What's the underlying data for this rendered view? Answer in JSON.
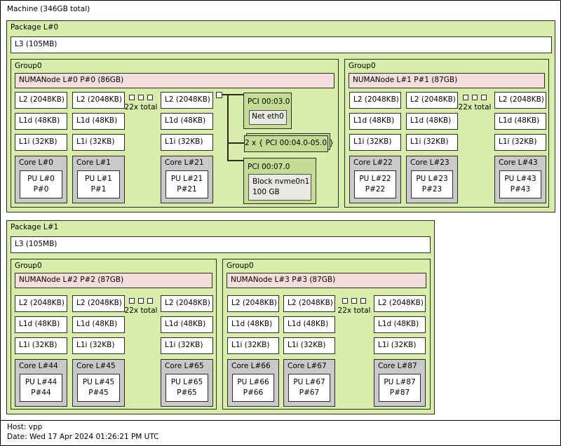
{
  "machine": {
    "label": "Machine (346GB total)"
  },
  "legend": {
    "host": "Host: vpp",
    "date": "Date: Wed 17 Apr 2024 01:26:21 PM UTC"
  },
  "colors": {
    "box_green": "#d9edaa",
    "pci_green": "#c6db93",
    "numa_pink": "#f4dedb",
    "core_gray": "#c9c9c9",
    "os_gray": "#e8e8e4",
    "border": "#2a2a2a"
  },
  "packages": [
    {
      "label": "Package L#0",
      "l3": "L3 (105MB)",
      "groups": [
        {
          "label": "Group0",
          "numa": "NUMANode L#0 P#0 (86GB)",
          "ellipsis": "22x total",
          "columns": [
            {
              "l2": "L2 (2048KB)",
              "l1d": "L1d (48KB)",
              "l1i": "L1i (32KB)",
              "core": "Core L#0",
              "pu1": "PU L#0",
              "pu2": "P#0"
            },
            {
              "l2": "L2 (2048KB)",
              "l1d": "L1d (48KB)",
              "l1i": "L1i (32KB)",
              "core": "Core L#1",
              "pu1": "PU L#1",
              "pu2": "P#1"
            },
            {
              "l2": "L2 (2048KB)",
              "l1d": "L1d (48KB)",
              "l1i": "L1i (32KB)",
              "core": "Core L#21",
              "pu1": "PU L#21",
              "pu2": "P#21"
            }
          ]
        },
        {
          "label": "Group0",
          "numa": "NUMANode L#1 P#1 (87GB)",
          "ellipsis": "22x total",
          "columns": [
            {
              "l2": "L2 (2048KB)",
              "l1d": "L1d (48KB)",
              "l1i": "L1i (32KB)",
              "core": "Core L#22",
              "pu1": "PU L#22",
              "pu2": "P#22"
            },
            {
              "l2": "L2 (2048KB)",
              "l1d": "L1d (48KB)",
              "l1i": "L1i (32KB)",
              "core": "Core L#23",
              "pu1": "PU L#23",
              "pu2": "P#23"
            },
            {
              "l2": "L2 (2048KB)",
              "l1d": "L1d (48KB)",
              "l1i": "L1i (32KB)",
              "core": "Core L#43",
              "pu1": "PU L#43",
              "pu2": "P#43"
            }
          ]
        }
      ],
      "pci": {
        "dev0": {
          "label": "PCI 00:03.0",
          "os": "Net eth0"
        },
        "collapsed": "2 x { PCI 00:04.0-05.0 }",
        "dev1": {
          "label": "PCI 00:07.0",
          "os1": "Block nvme0n1",
          "os2": "100 GB"
        }
      }
    },
    {
      "label": "Package L#1",
      "l3": "L3 (105MB)",
      "groups": [
        {
          "label": "Group0",
          "numa": "NUMANode L#2 P#2 (87GB)",
          "ellipsis": "22x total",
          "columns": [
            {
              "l2": "L2 (2048KB)",
              "l1d": "L1d (48KB)",
              "l1i": "L1i (32KB)",
              "core": "Core L#44",
              "pu1": "PU L#44",
              "pu2": "P#44"
            },
            {
              "l2": "L2 (2048KB)",
              "l1d": "L1d (48KB)",
              "l1i": "L1i (32KB)",
              "core": "Core L#45",
              "pu1": "PU L#45",
              "pu2": "P#45"
            },
            {
              "l2": "L2 (2048KB)",
              "l1d": "L1d (48KB)",
              "l1i": "L1i (32KB)",
              "core": "Core L#65",
              "pu1": "PU L#65",
              "pu2": "P#65"
            }
          ]
        },
        {
          "label": "Group0",
          "numa": "NUMANode L#3 P#3 (87GB)",
          "ellipsis": "22x total",
          "columns": [
            {
              "l2": "L2 (2048KB)",
              "l1d": "L1d (48KB)",
              "l1i": "L1i (32KB)",
              "core": "Core L#66",
              "pu1": "PU L#66",
              "pu2": "P#66"
            },
            {
              "l2": "L2 (2048KB)",
              "l1d": "L1d (48KB)",
              "l1i": "L1i (32KB)",
              "core": "Core L#67",
              "pu1": "PU L#67",
              "pu2": "P#67"
            },
            {
              "l2": "L2 (2048KB)",
              "l1d": "L1d (48KB)",
              "l1i": "L1i (32KB)",
              "core": "Core L#87",
              "pu1": "PU L#87",
              "pu2": "P#87"
            }
          ]
        }
      ]
    }
  ]
}
